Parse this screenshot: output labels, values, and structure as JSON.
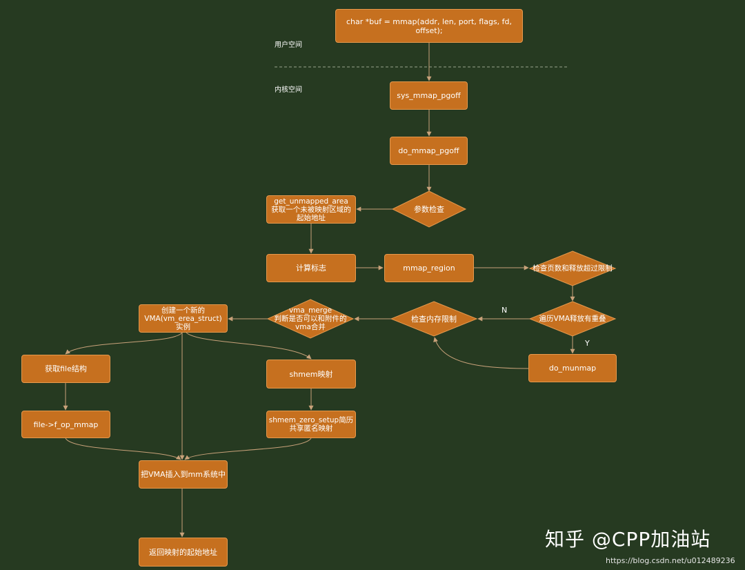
{
  "zones": {
    "user_space": "用户空间",
    "kernel_space": "内核空间"
  },
  "nodes": {
    "mmap_call": "char *buf = mmap(addr, len, port, flags, fd, offset);",
    "sys_mmap_pgoff": "sys_mmap_pgoff",
    "do_mmap_pgoff": "do_mmap_pgoff",
    "param_check": "参数检查",
    "get_unmapped_area": "get_unmapped_area\n获取一个未被映射区域的\n起始地址",
    "calc_flags": "计算标志",
    "mmap_region": "mmap_region",
    "check_pages": "检查页数和释放超过限制",
    "traverse_vma": "遍历VMA释放有重叠",
    "do_munmap": "do_munmap",
    "check_mem_limit": "检查内存限制",
    "vma_merge": "vma_merge\n判断是否可以和附件的\nvma合并",
    "create_vma": "创建一个新的\nVMA(vm_erea_struct)\n实例",
    "get_file": "获取file结构",
    "file_op_mmap": "file->f_op_mmap",
    "shmem_map": "shmem映射",
    "shmem_zero_setup": "shmem_zero_setup简历\n共享匿名映射",
    "insert_vma": "把VMA插入到mm系统中",
    "return_addr": "返回映射的起始地址"
  },
  "edge_labels": {
    "no": "N",
    "yes": "Y"
  },
  "watermark": {
    "author": "知乎 @CPP加油站",
    "url": "https://blog.csdn.net/u012489236"
  },
  "colors": {
    "background": "#263a21",
    "node_fill": "#c6701f",
    "node_border": "#e59a4e",
    "edge": "#c9a27a",
    "text": "#ffffff"
  }
}
